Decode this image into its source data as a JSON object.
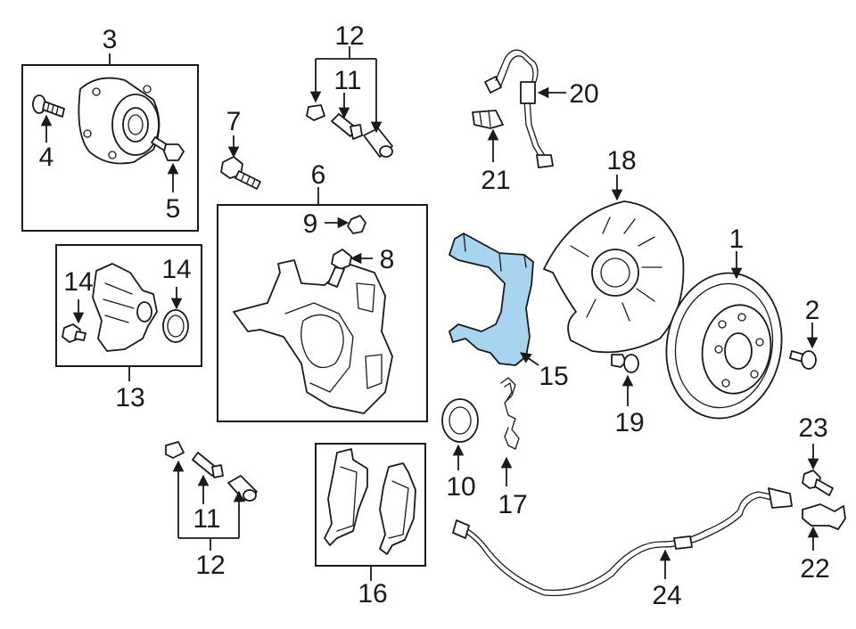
{
  "highlight_color": "#a9d4ef",
  "labels": {
    "p1": "1",
    "p2": "2",
    "p3": "3",
    "p4": "4",
    "p5": "5",
    "p6": "6",
    "p7": "7",
    "p8": "8",
    "p9": "9",
    "p10": "10",
    "p11a": "11",
    "p12a": "12",
    "p11b": "11",
    "p12b": "12",
    "p13": "13",
    "p14a": "14",
    "p14b": "14",
    "p15": "15",
    "p16": "16",
    "p17": "17",
    "p18": "18",
    "p19": "19",
    "p20": "20",
    "p21": "21",
    "p22": "22",
    "p23": "23",
    "p24": "24"
  }
}
